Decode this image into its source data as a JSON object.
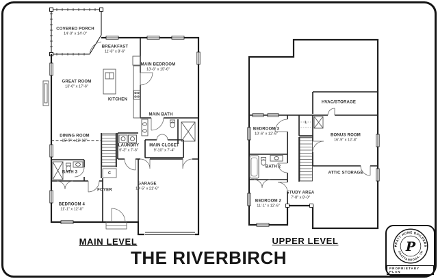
{
  "page": {
    "title": "THE RIVERBIRCH"
  },
  "plans": {
    "main": {
      "caption": "MAIN LEVEL",
      "rooms": {
        "covered_porch": {
          "name": "COVERED PORCH",
          "dims": "14'-0\" x 14'-0\""
        },
        "breakfast": {
          "name": "BREAKFAST",
          "dims": "11'-6\" x 8'-6\""
        },
        "main_bedroom": {
          "name": "MAIN BEDROOM",
          "dims": "13'-6\" x 15'-6\""
        },
        "great_room": {
          "name": "GREAT ROOM",
          "dims": "13'-0\" x 17'-6\""
        },
        "kitchen": {
          "name": "KITCHEN"
        },
        "main_bath": {
          "name": "MAIN BATH"
        },
        "dining_room": {
          "name": "DINING ROOM",
          "dims": "15'-0\" x 12'-10\""
        },
        "laundry": {
          "name": "LAUNDRY",
          "dims": "9'-3\" x 7'-6\""
        },
        "main_closet": {
          "name": "MAIN CLOSET",
          "dims": "9'-10\" x 7'-4\""
        },
        "bath_3": {
          "name": "BATH 3"
        },
        "foyer": {
          "name": "FOYER"
        },
        "closet_c": {
          "name": "C"
        },
        "bedroom_4": {
          "name": "BEDROOM 4",
          "dims": "11'-1\" x 12'-0\""
        },
        "garage": {
          "name": "GARAGE",
          "dims": "19'-5\" x 21'-6\""
        }
      }
    },
    "upper": {
      "caption": "UPPER LEVEL",
      "rooms": {
        "hvac_storage": {
          "name": "HVAC/STORAGE"
        },
        "bedroom_3": {
          "name": "BEDROOM 3",
          "dims": "10'-6\" x 12'-6\""
        },
        "linen": {
          "name": "L"
        },
        "bonus_room": {
          "name": "BONUS ROOM",
          "dims": "16'-9\" x 12'-8\""
        },
        "bath_2": {
          "name": "BATH 2"
        },
        "attic_storage": {
          "name": "ATTIC STORAGE"
        },
        "study_area": {
          "name": "STUDY AREA",
          "dims": "7'-8\" x 8'-0\""
        },
        "bedroom_2": {
          "name": "BEDROOM 2",
          "dims": "11'-1\" x 12'-6\""
        }
      }
    }
  },
  "stamp": {
    "arc_top": "PRATT HOME BUILDERS",
    "arc_bottom": "CHATTANOOGA, TN",
    "monogram": "P",
    "caption": "PROPRIETARY PLAN"
  },
  "colors": {
    "wall": "#1c1c1c",
    "fixture": "#555555",
    "label": "#2a2a2a"
  }
}
